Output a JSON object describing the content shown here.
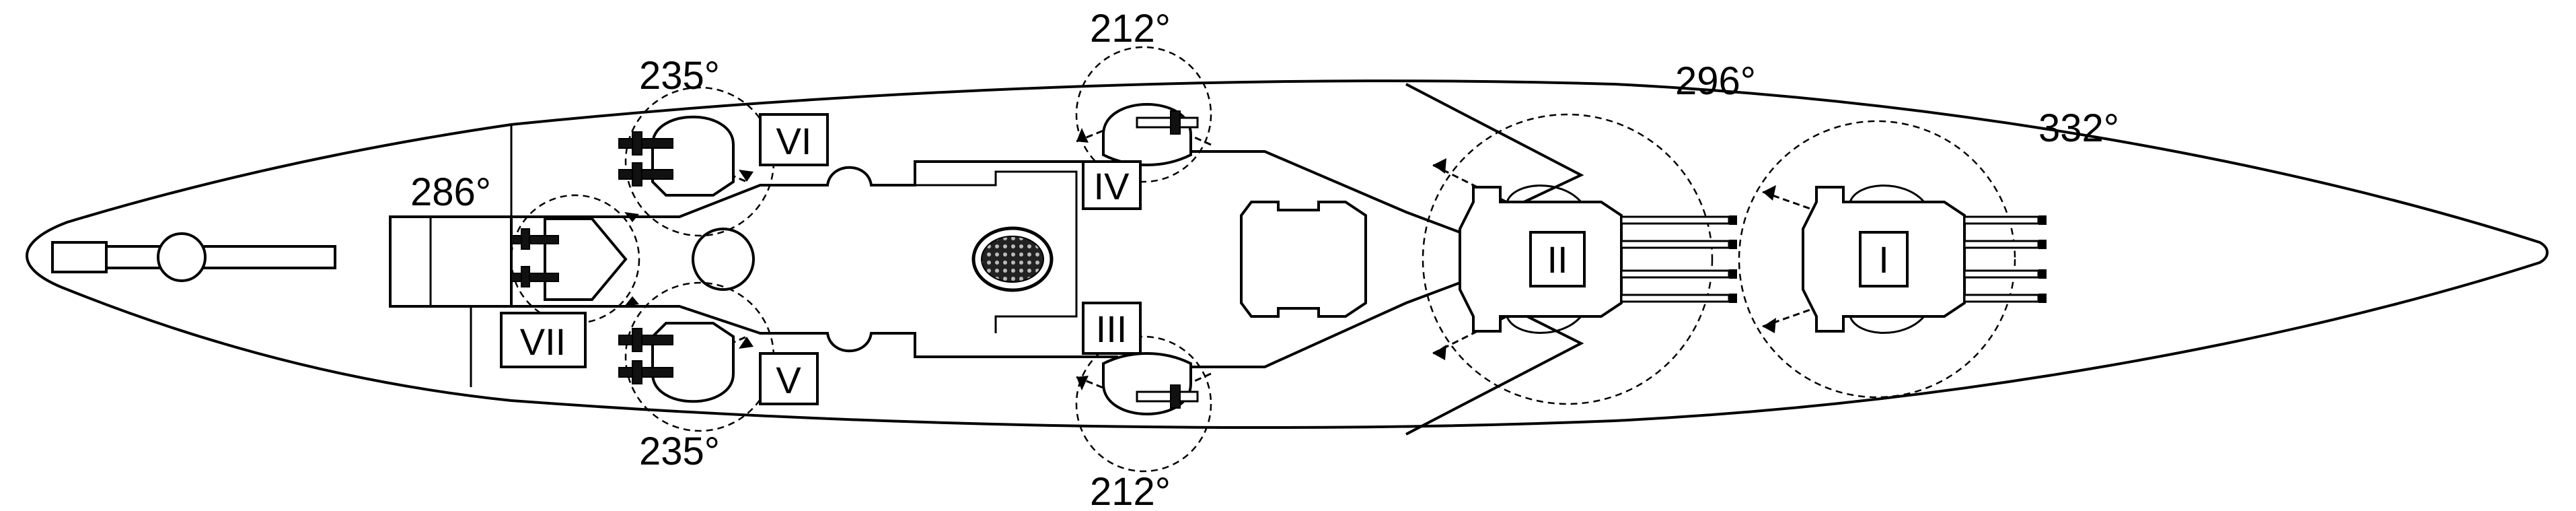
{
  "diagram": {
    "subject": "battleship-plan-view-turret-arcs",
    "turrets": [
      {
        "id": "I",
        "label": "I",
        "arc_label": "332°"
      },
      {
        "id": "II",
        "label": "II",
        "arc_label": "296°"
      },
      {
        "id": "III",
        "label": "III",
        "arc_label": "212°"
      },
      {
        "id": "IV",
        "label": "IV",
        "arc_label": "212°"
      },
      {
        "id": "V",
        "label": "V",
        "arc_label": "235°"
      },
      {
        "id": "VI",
        "label": "VI",
        "arc_label": "235°"
      },
      {
        "id": "VII",
        "label": "VII",
        "arc_label": "286°"
      }
    ]
  }
}
